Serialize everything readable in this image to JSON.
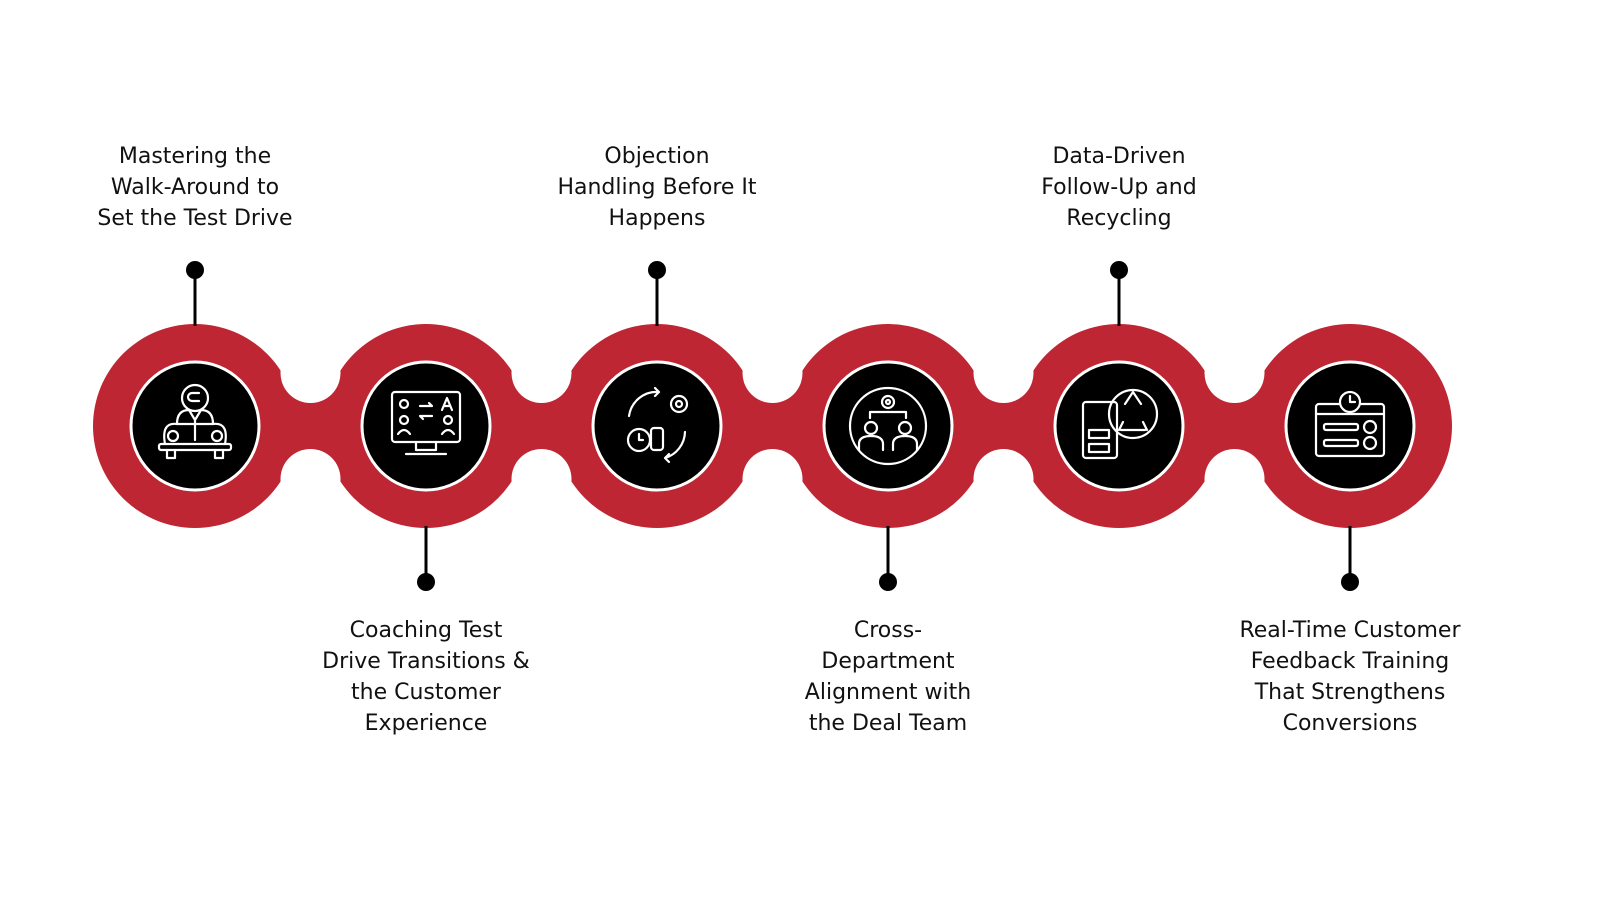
{
  "colors": {
    "accent": "#BE2633",
    "node": "#000000",
    "ring": "#ffffff",
    "pin": "#000000"
  },
  "steps": [
    {
      "icon": "car-test-drive-icon",
      "position": "top",
      "lines": [
        "Mastering the",
        "Walk-Around to",
        "Set the Test Drive"
      ]
    },
    {
      "icon": "monitor-qa-icon",
      "position": "bottom",
      "lines": [
        "Coaching Test",
        "Drive Transitions &",
        "the Customer",
        "Experience"
      ]
    },
    {
      "icon": "objection-handling-cycle-icon",
      "position": "top",
      "lines": [
        "Objection",
        "Handling Before It",
        "Happens"
      ]
    },
    {
      "icon": "team-alignment-icon",
      "position": "bottom",
      "lines": [
        "Cross-",
        "Department",
        "Alignment with",
        "the Deal Team"
      ]
    },
    {
      "icon": "recycle-documents-icon",
      "position": "top",
      "lines": [
        "Data-Driven",
        "Follow-Up and",
        "Recycling"
      ]
    },
    {
      "icon": "feedback-form-icon",
      "position": "bottom",
      "lines": [
        "Real-Time Customer",
        "Feedback Training",
        "That Strengthens",
        "Conversions"
      ]
    }
  ]
}
